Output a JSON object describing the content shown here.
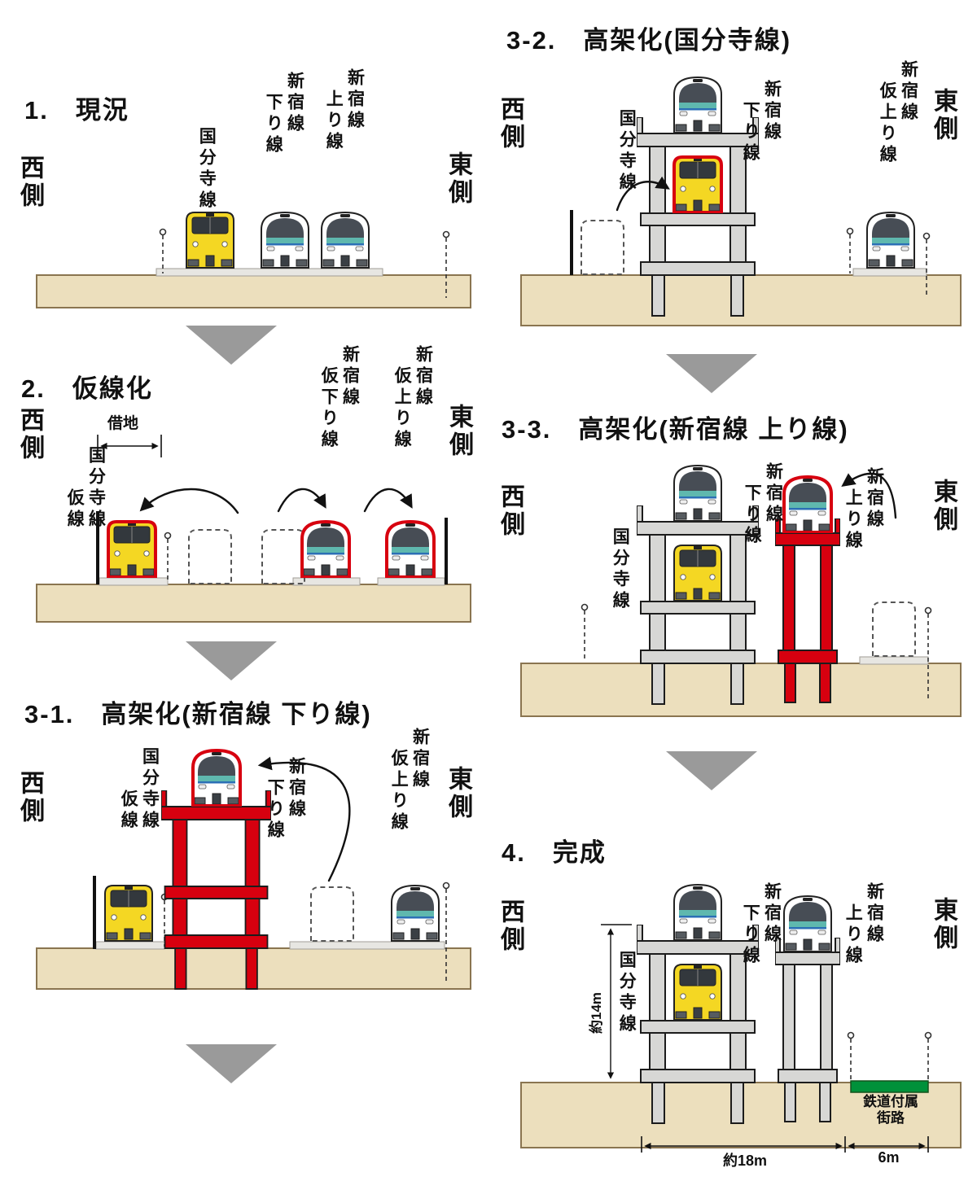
{
  "colors": {
    "ground": "#ecdfbd",
    "structure_gray": "#d7d7d5",
    "highlight_red": "#d7000f",
    "train_yellow": "#f4d723",
    "train_teal": "#5fb8ae",
    "triangle": "#9a9a9a",
    "street_green": "#00913a"
  },
  "panels": {
    "p1": {
      "title": "1.　現況",
      "west": "西側",
      "east": "東側",
      "line_a": "国分寺線",
      "line_b": "新宿線\n　下り線",
      "line_c": "新宿線\n　上り線"
    },
    "p2": {
      "title": "2.　仮線化",
      "west": "西側",
      "east": "東側",
      "leased_land": "借地",
      "line_a": "国分寺線\n　　仮線",
      "line_b": "新宿線\n　仮下り線",
      "line_c": "新宿線\n　仮上り線"
    },
    "p31": {
      "title": "3-1.　高架化(新宿線 下り線)",
      "west": "西側",
      "east": "東側",
      "line_a": "国分寺線\n　　仮線",
      "line_b": "新宿線\n　下り線",
      "line_c": "新宿線\n　仮上り線"
    },
    "p32": {
      "title": "3-2.　高架化(国分寺線)",
      "west": "西側",
      "east": "東側",
      "line_a": "国分寺線",
      "line_b": "新宿線\n　下り線",
      "line_c": "新宿線\n　仮上り線"
    },
    "p33": {
      "title": "3-3.　高架化(新宿線 上り線)",
      "west": "西側",
      "east": "東側",
      "line_a": "国分寺線",
      "line_b": "新宿線\n　下り線",
      "line_c": "新宿線\n　上り線"
    },
    "p4": {
      "title": "4.　完成",
      "west": "西側",
      "east": "東側",
      "line_a": "国分寺線",
      "line_b": "新宿線\n　下り線",
      "line_c": "新宿線\n　上り線",
      "street": "鉄道付属\n街路",
      "dim_height": "約14m",
      "dim_width_main": "約18m",
      "dim_width_street": "6m"
    }
  }
}
